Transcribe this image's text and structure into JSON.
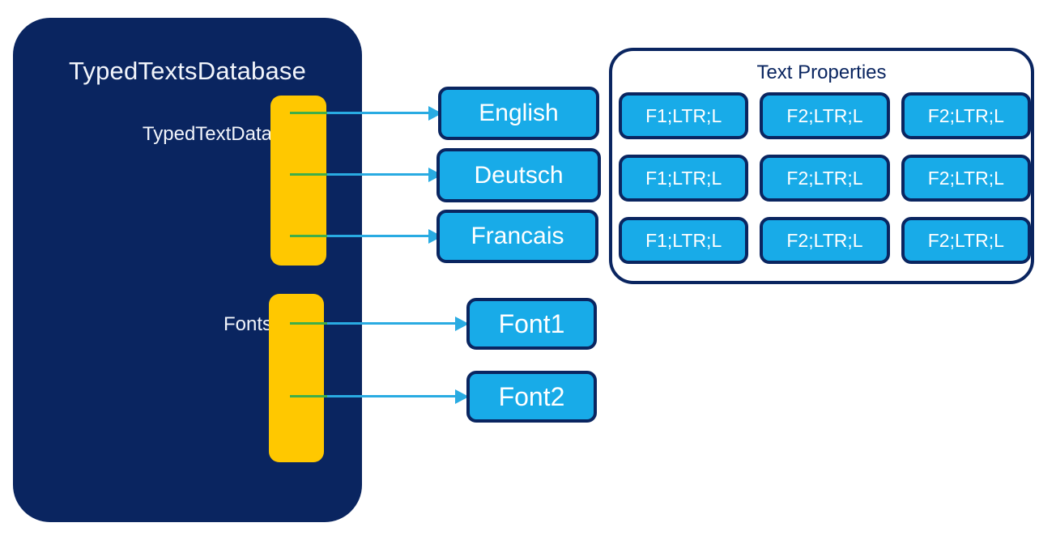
{
  "colors": {
    "database_fill": "#0A2560",
    "collection_bar": "#FFC800",
    "item_fill": "#18ABE8",
    "item_border": "#0A2560",
    "connector_line_start": "#3FAE49",
    "connector_line_end": "#29ABE2",
    "panel_background": "#FFFFFF",
    "text_light": "#F2F5FB"
  },
  "database": {
    "title": "TypedTextsDatabase",
    "fields": [
      {
        "label": "TypedTextData",
        "bar_name": "typedtextdata-collection-bar"
      },
      {
        "label": "Fonts",
        "bar_name": "fonts-collection-bar"
      }
    ]
  },
  "languages": [
    {
      "label": "English"
    },
    {
      "label": "Deutsch"
    },
    {
      "label": "Francais"
    }
  ],
  "fonts": [
    {
      "label": "Font1"
    },
    {
      "label": "Font2"
    }
  ],
  "text_properties": {
    "title": "Text Properties",
    "rows": [
      [
        "F1;LTR;L",
        "F2;LTR;L",
        "F2;LTR;L"
      ],
      [
        "F1;LTR;L",
        "F2;LTR;L",
        "F2;LTR;L"
      ],
      [
        "F1;LTR;L",
        "F2;LTR;L",
        "F2;LTR;L"
      ]
    ]
  }
}
